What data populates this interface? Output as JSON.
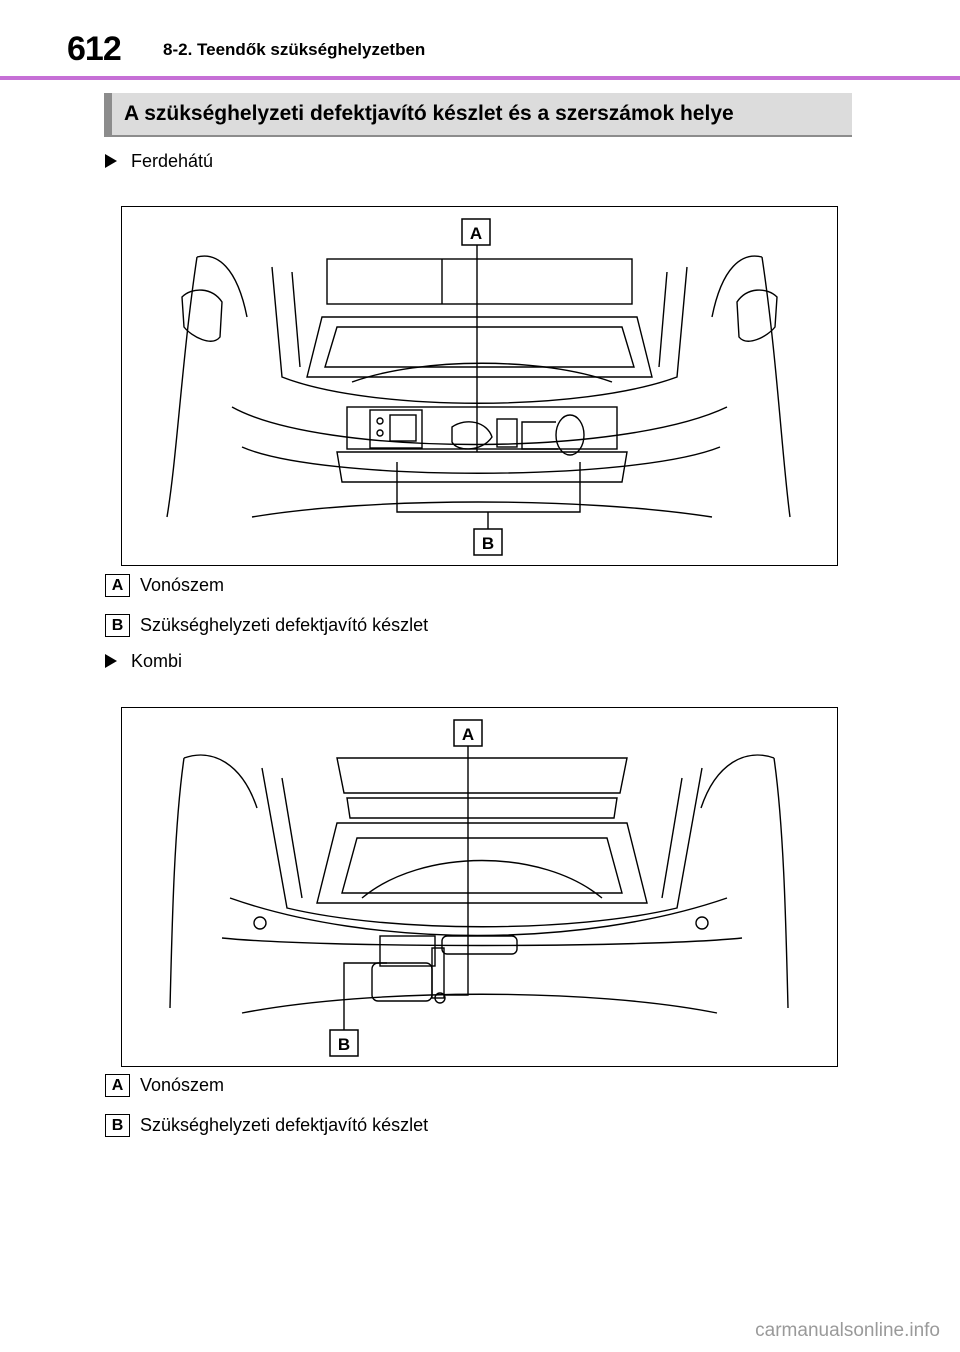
{
  "header": {
    "page_number": "612",
    "running_head": "8-2. Teendők szükséghelyzetben"
  },
  "section": {
    "title": "A szükséghelyzeti defektjavító készlet és a szerszámok helye"
  },
  "variants": [
    {
      "label": "Ferdehátú",
      "figure": {
        "callout_a": "A",
        "callout_b": "B"
      },
      "legend": [
        {
          "key": "A",
          "text": "Vonószem"
        },
        {
          "key": "B",
          "text": "Szükséghelyzeti defektjavító készlet"
        }
      ]
    },
    {
      "label": "Kombi",
      "figure": {
        "callout_a": "A",
        "callout_b": "B"
      },
      "legend": [
        {
          "key": "A",
          "text": "Vonószem"
        },
        {
          "key": "B",
          "text": "Szükséghelyzeti defektjavító készlet"
        }
      ]
    }
  ],
  "footer": {
    "watermark": "carmanualsonline.info"
  },
  "colors": {
    "accent_rule": "#c66fd6",
    "title_band": "#dcdcdc"
  }
}
